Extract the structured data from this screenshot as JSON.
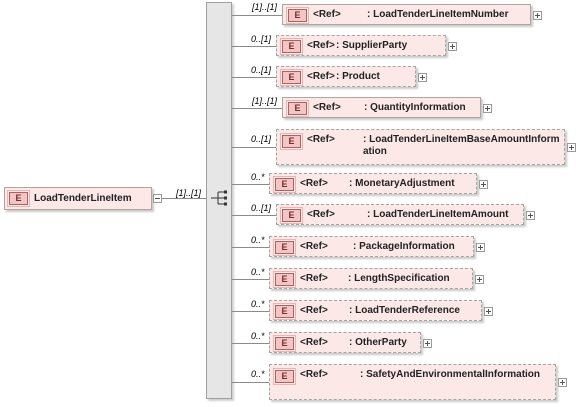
{
  "root": {
    "badge": "E",
    "name": "LoadTenderLineItem",
    "card": "[1]..[1]"
  },
  "children": [
    {
      "badge": "E",
      "ref": "<Ref>",
      "name": ": LoadTenderLineItemNumber",
      "card": "[1]..[1]",
      "optional": false
    },
    {
      "badge": "E",
      "ref": "<Ref>",
      "name": ": SupplierParty",
      "card": "0..[1]",
      "optional": true
    },
    {
      "badge": "E",
      "ref": "<Ref>",
      "name": ": Product",
      "card": "0..[1]",
      "optional": true
    },
    {
      "badge": "E",
      "ref": "<Ref>",
      "name": ": QuantityInformation",
      "card": "[1]..[1]",
      "optional": false
    },
    {
      "badge": "E",
      "ref": "<Ref>",
      "name": ": LoadTenderLineItemBaseAmountInformation",
      "card": "0..[1]",
      "optional": true
    },
    {
      "badge": "E",
      "ref": "<Ref>",
      "name": ": MonetaryAdjustment",
      "card": "0..*",
      "optional": true
    },
    {
      "badge": "E",
      "ref": "<Ref>",
      "name": ": LoadTenderLineItemAmount",
      "card": "0..[1]",
      "optional": true
    },
    {
      "badge": "E",
      "ref": "<Ref>",
      "name": ": PackageInformation",
      "card": "0..*",
      "optional": true
    },
    {
      "badge": "E",
      "ref": "<Ref>",
      "name": ": LengthSpecification",
      "card": "0..*",
      "optional": true
    },
    {
      "badge": "E",
      "ref": "<Ref>",
      "name": ": LoadTenderReference",
      "card": "0..*",
      "optional": true
    },
    {
      "badge": "E",
      "ref": "<Ref>",
      "name": ": OtherParty",
      "card": "0..*",
      "optional": true
    },
    {
      "badge": "E",
      "ref": "<Ref>",
      "name": ": SafetyAndEnvironmentalInformation",
      "card": "0..*",
      "optional": true
    }
  ]
}
